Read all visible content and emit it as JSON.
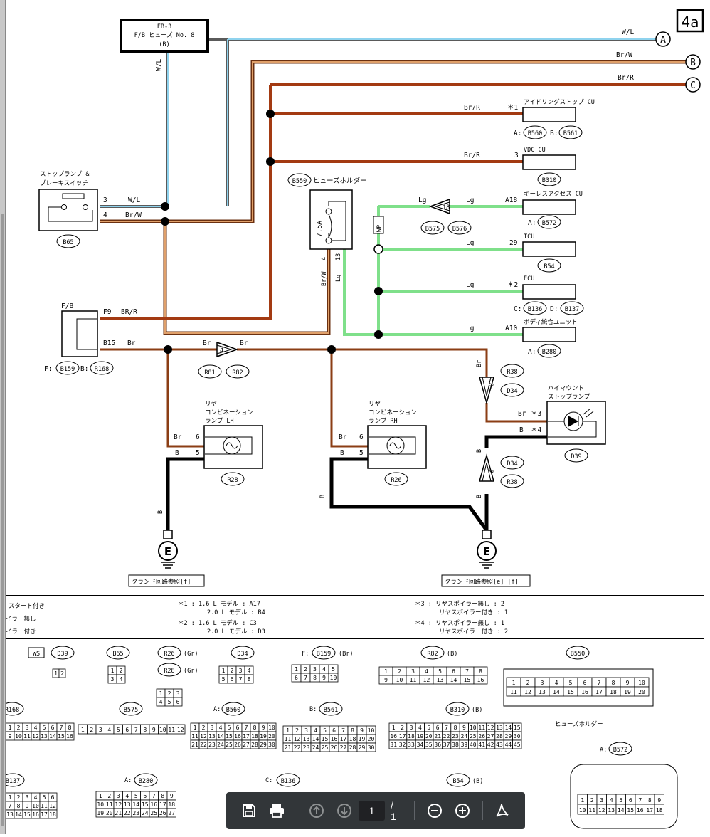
{
  "page_id": "4a",
  "fuse_box": {
    "line1": "FB-3",
    "line2": "F/B ヒューズ No. 8",
    "line3": "(B)"
  },
  "wires": {
    "WL": "W/L",
    "BrW": "Br/W",
    "BrR": "Br/R",
    "Lg": "Lg",
    "Br": "Br",
    "B": "B",
    "BR_R": "BR/R",
    "WP": "WP"
  },
  "terminals": {
    "A": "A",
    "B": "B",
    "C": "C"
  },
  "components": {
    "idle_stop": "アイドリングストップ CU",
    "vdc": "VDC CU",
    "keyless": "キーレスアクセス CU",
    "tcu": "TCU",
    "ecu": "ECU",
    "body": "ボディ統合ユニット",
    "stop_switch_1": "ストップランプ &",
    "stop_switch_2": "ブレーキスイッチ",
    "fuse_holder": "ヒューズホルダー",
    "fuse_rating": "7.5A",
    "fb": "F/B",
    "rear_lh_1": "リヤ",
    "rear_lh_2": "コンビネーション",
    "rear_lh_3": "ランプ LH",
    "rear_rh_1": "リヤ",
    "rear_rh_2": "コンビネーション",
    "rear_rh_3": "ランプ RH",
    "highmount_1": "ハイマウント",
    "highmount_2": "ストップランプ",
    "ground_f": "グランド回路参照[f]",
    "ground_ef": "グランド回路参照[e] [f]",
    "ground_E": "E"
  },
  "connectors": [
    "B560",
    "B561",
    "B310",
    "B572",
    "B575",
    "B576",
    "B54",
    "B136",
    "B137",
    "B280",
    "B550",
    "B65",
    "B159",
    "R168",
    "R81",
    "R82",
    "R38",
    "D34",
    "D39",
    "R28",
    "R26"
  ],
  "pins": {
    "p3": "3",
    "p4": "4",
    "p1s": "＊1",
    "p2s": "＊2",
    "p3s": "＊3",
    "p4s": "＊4",
    "A18": "A18",
    "p29": "29",
    "A10": "A10",
    "p18": "18",
    "p13": "13",
    "F9": "F9",
    "B15": "B15",
    "p6": "6",
    "p5": "5",
    "p8": "8",
    "p2": "2",
    "p4b": "4"
  },
  "prefix": {
    "A": "A:",
    "B": "B:",
    "C": "C:",
    "D": "D:",
    "F": "F:"
  },
  "notes": {
    "left1": "スタート付き",
    "left2": "イラー無し",
    "left3": "イラー付き",
    "n1a": "＊1  : 1.6 L モデル  : A17",
    "n1b": "2.0 L モデル  : B4",
    "n2a": "＊2  : 1.6 L モデル  : C3",
    "n2b": "2.0 L モデル  : D3",
    "n3a": "＊3  : リヤスポイラー無し  : 2",
    "n3b": "リヤスポイラー付き  : 1",
    "n4a": "＊4  : リヤスポイラー無し  : 1",
    "n4b": "リヤスポイラー付き  : 2"
  },
  "connector_views": {
    "ws": "WS",
    "gr": "(Gr)",
    "br": "(Br)",
    "b": "(B)",
    "fuse_holder_label": "ヒューズホルダー"
  },
  "toolbar": {
    "page": "1",
    "total": "/ 1"
  },
  "colors": {
    "WL": "#8fd3ee",
    "BrW": "#c8793a",
    "BrR": "#a33a12",
    "Lg": "#7fe08a",
    "Br": "#8b3e14",
    "B": "#000000"
  }
}
